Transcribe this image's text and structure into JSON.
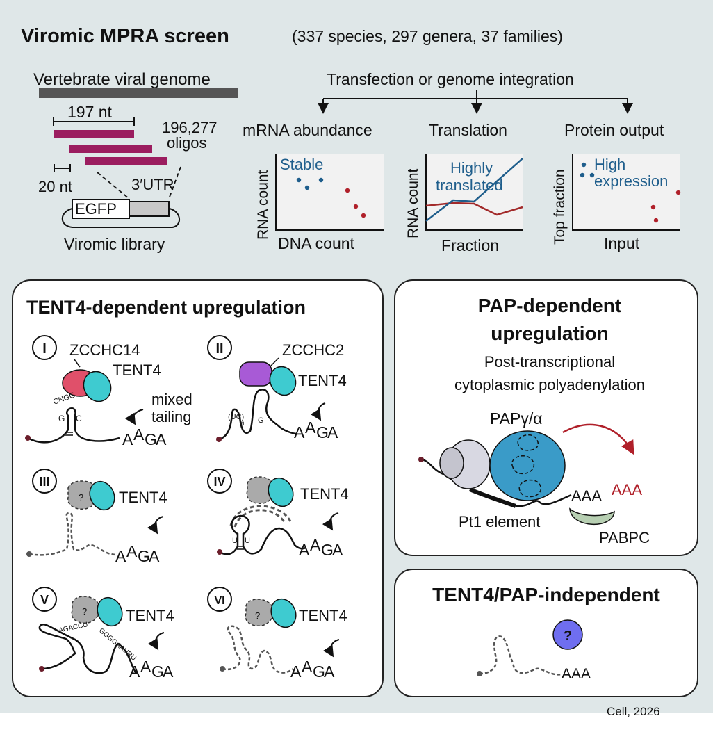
{
  "header": {
    "title": "Viromic MPRA screen",
    "subtitle": "(337 species, 297 genera, 37 families)"
  },
  "library": {
    "genome_label": "Vertebrate viral genome",
    "oligo_length": "197 nt",
    "oligo_count": "196,277",
    "oligo_word": "oligos",
    "offset": "20 nt",
    "utr": "3′UTR",
    "reporter": "EGFP",
    "library_label": "Viromic library"
  },
  "assays": {
    "top_label": "Transfection or genome integration",
    "panels": [
      {
        "title": "mRNA abundance",
        "ylabel": "RNA count",
        "xlabel": "DNA count",
        "annotation": [
          "Stable"
        ]
      },
      {
        "title": "Translation",
        "ylabel": "RNA count",
        "xlabel": "Fraction",
        "annotation": [
          "Highly",
          "translated"
        ]
      },
      {
        "title": "Protein output",
        "ylabel": "Top fraction",
        "xlabel": "Input",
        "annotation": [
          "High",
          "expression"
        ]
      }
    ]
  },
  "colors": {
    "background": "#dfe7e8",
    "accent_blue": "#1f5e8c",
    "accent_red": "#b0202a",
    "oligo_magenta": "#9b1d5f",
    "tent4_cyan": "#3ecbd0",
    "zcchc14_pink": "#e0506a",
    "zcchc2_purple": "#a85ad6",
    "pap_blue": "#3a9bc8"
  },
  "tent4_panel": {
    "title": "TENT4-dependent upregulation",
    "tail": [
      "A",
      "A",
      "G",
      "A"
    ],
    "cases": [
      {
        "numeral": "I",
        "factors": [
          "ZCCHC14",
          "TENT4"
        ],
        "note": [
          "mixed",
          "tailing"
        ],
        "rna_seq": [
          "CNGG",
          "G",
          "C"
        ]
      },
      {
        "numeral": "II",
        "factors": [
          "ZCCHC2",
          "TENT4"
        ],
        "rna_seq": [
          "(UC)",
          "n",
          "G"
        ]
      },
      {
        "numeral": "III",
        "factors": [
          "?",
          "TENT4"
        ]
      },
      {
        "numeral": "IV",
        "factors": [
          "TENT4"
        ],
        "rna_seq": [
          "U",
          "U"
        ]
      },
      {
        "numeral": "V",
        "factors": [
          "?",
          "TENT4"
        ],
        "rna_seq": [
          "AGACCU",
          "GGGGAAURU"
        ]
      },
      {
        "numeral": "VI",
        "factors": [
          "?",
          "TENT4"
        ]
      }
    ]
  },
  "pap_panel": {
    "title_lines": [
      "PAP-dependent",
      "upregulation"
    ],
    "desc_lines": [
      "Post-transcriptional",
      "cytoplasmic polyadenylation"
    ],
    "enzyme": "PAPγ/α",
    "element": "Pt1 element",
    "binder": "PABPC",
    "tail_black": "AAA",
    "tail_red": "AAA"
  },
  "independent_panel": {
    "title": "TENT4/PAP-independent",
    "unknown": "?",
    "tail": "AAA"
  },
  "citation": "Cell, 2026"
}
